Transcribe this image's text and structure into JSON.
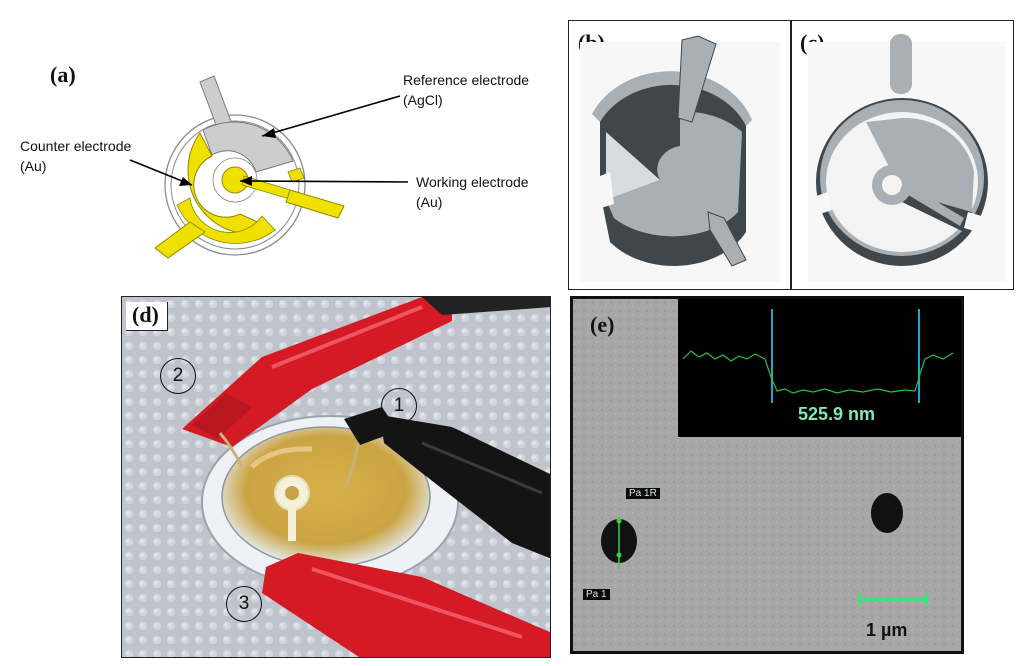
{
  "panels": {
    "a": {
      "label": "(a)",
      "reference": {
        "line1": "Reference electrode",
        "line2": "(AgCl)"
      },
      "counter": {
        "line1": "Counter electrode",
        "line2": "(Au)"
      },
      "working": {
        "line1": "Working electrode",
        "line2": "(Au)"
      }
    },
    "b": {
      "label": "(b)"
    },
    "c": {
      "label": "(c)"
    },
    "d": {
      "label": "(d)",
      "markers": [
        "1",
        "2",
        "3"
      ]
    },
    "e": {
      "label": "(e)",
      "measurement": "525.9 nm",
      "scalebar": "1 µm",
      "tag_top": "Pa 1R",
      "tag_bottom": "Pa 1"
    }
  },
  "colors": {
    "gold": "#f0e000",
    "agcl": "#cdcdcd",
    "part_top": "#a8b0b6",
    "part_wall": "#3f464c",
    "clip_red": "#d41a24",
    "clip_black": "#141414",
    "sem_bg": "#a9a9a9",
    "profile_line": "#2fc03a",
    "cursor": "#21a6c8",
    "measure_text": "#7fe8b6"
  }
}
